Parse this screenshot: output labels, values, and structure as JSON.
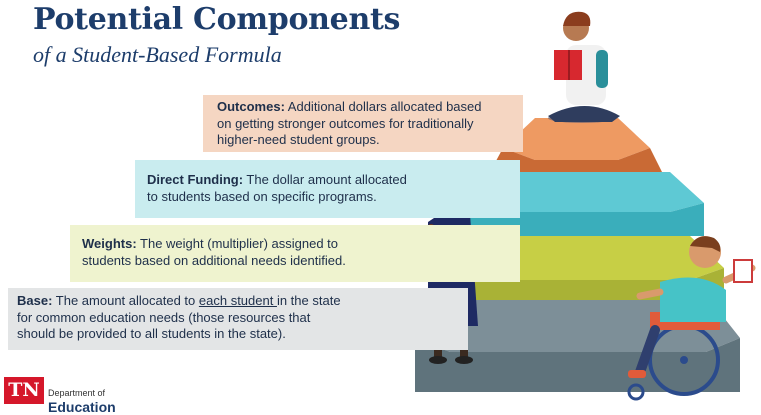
{
  "title": "Potential Components",
  "subtitle": "of a Student-Based Formula",
  "tiers": {
    "outcomes": {
      "label": "Outcomes:",
      "line1": " Additional dollars allocated based",
      "line2": "on getting stronger outcomes for traditionally",
      "line3": "higher-need student groups."
    },
    "direct": {
      "label": "Direct Funding:",
      "line1": " The dollar amount allocated",
      "line2": "to students based on specific programs."
    },
    "weights": {
      "label": "Weights:",
      "line1": " The weight (multiplier) assigned to",
      "line2": "students based on additional needs identified."
    },
    "base": {
      "label": "Base:",
      "line1a": " The amount allocated to ",
      "line1u": "each student ",
      "line1b": "in the state",
      "line2": "for common education needs (those resources that",
      "line3": "should be provided to all students in the state)."
    }
  },
  "logo": {
    "abbr": "TN",
    "dept": "Department of",
    "edu": "Education"
  },
  "colors": {
    "title": "#1d3d6b",
    "outcomes": "#f5d6c2",
    "direct": "#c9ecef",
    "weights": "#eff3cf",
    "base": "#e3e5e6",
    "brand_red": "#d5172a"
  }
}
